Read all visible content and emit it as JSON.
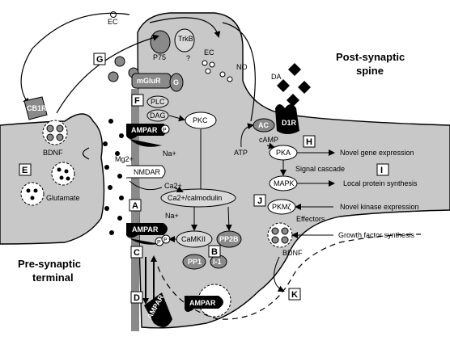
{
  "regions": {
    "post_synaptic": [
      "Post-synaptic",
      "spine"
    ],
    "pre_synaptic": [
      "Pre-synaptic",
      "terminal"
    ]
  },
  "boxes": [
    "A",
    "B",
    "C",
    "D",
    "E",
    "F",
    "G",
    "H",
    "I",
    "J",
    "K"
  ],
  "molecules": {
    "ec_top": "EC",
    "ec_mid": "EC",
    "p75": "P75",
    "trkb": "TrkB",
    "question": "?",
    "no": "NO",
    "cb1r": "CB1R",
    "bdnf_pre": "BDNF",
    "glutamate": "Glutamate",
    "mglur": "mGluR",
    "g": "G",
    "plc": "PLC",
    "dag": "DAG",
    "pkc": "PKC",
    "ampar_1": "AMPAR",
    "p_1": "P",
    "na_1": "Na+",
    "mg": "Mg2+",
    "nmdar": "NMDAR",
    "ca_1": "Ca2+",
    "ca_calmodulin": "Ca2+/calmodulin",
    "ampar_2": "AMPAR",
    "na_2": "Na+",
    "p_2": "P",
    "p_3": "P",
    "camkii": "CaMKII",
    "pp2b": "PP2B",
    "pp1": "PP1",
    "i1": "I-1",
    "ampar_3": "AMPAR",
    "ampar_4": "AMPAR",
    "da": "DA",
    "d1r": "D1R",
    "ac": "AC",
    "camp": "cAMP",
    "atp": "ATP",
    "pka": "PKA",
    "signal_cascade": "Signal cascade",
    "mapk": "MAPK",
    "pkmz": "PKMζ",
    "effectors": "Effectors",
    "bdnf_post": "BDNF"
  },
  "outcomes": {
    "gene": "Novel gene expression",
    "protein": "Local  protein synthesis",
    "kinase": "Novel kinase expression",
    "growth": "Growth factor synthesis"
  },
  "colors": {
    "spine_fill": "#c8c8c8",
    "terminal_fill": "#c8c8c8",
    "dark_gray": "#8a8a8a",
    "black": "#000000"
  }
}
